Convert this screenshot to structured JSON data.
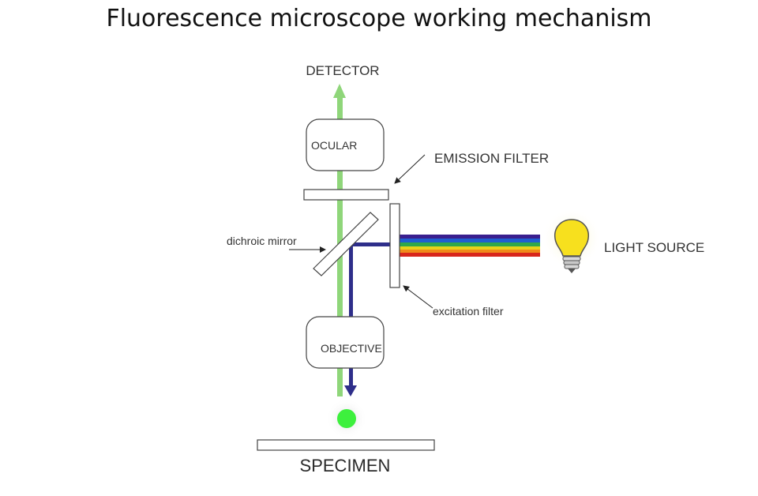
{
  "title": "Fluorescence microscope working mechanism",
  "labels": {
    "detector": "DETECTOR",
    "ocular": "OCULAR",
    "emission_filter": "EMISSION FILTER",
    "dichroic_mirror": "dichroic mirror",
    "light_source": "LIGHT SOURCE",
    "excitation_filter": "excitation filter",
    "objective": "OBJECTIVE",
    "specimen": "SPECIMEN"
  },
  "colors": {
    "emission_beam": "#8fd67a",
    "excitation_beam": "#2e2e8a",
    "spectrum": [
      "#3a1f8f",
      "#1f5fd0",
      "#2fa84a",
      "#e8d21a",
      "#f08a1a",
      "#d8261c"
    ],
    "bulb": "#f7e01e",
    "fluorescence": "#3df03d"
  },
  "icons": {
    "light_source": "light-bulb-icon"
  }
}
